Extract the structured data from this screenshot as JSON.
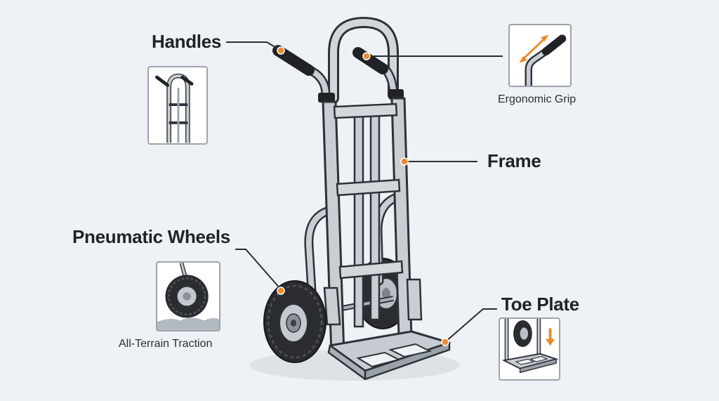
{
  "labels": {
    "handles": "Handles",
    "frame": "Frame",
    "pneumatic_wheels": "Pneumatic Wheels",
    "toe_plate": "Toe Plate"
  },
  "captions": {
    "ergonomic_grip": "Ergonomic Grip",
    "all_terrain_traction": "All-Terrain Traction"
  },
  "colors": {
    "background": "#eef1f5",
    "accent": "#f0892a",
    "frame_metal": "#c9ced4",
    "outline": "#2e3238",
    "tire": "#2a2c30"
  },
  "icons": [
    "hand-truck-illustration",
    "handle-bars-icon",
    "ergonomic-grip-icon",
    "wheel-traction-icon",
    "toe-plate-icon",
    "double-arrow-icon",
    "down-arrow-icon"
  ]
}
